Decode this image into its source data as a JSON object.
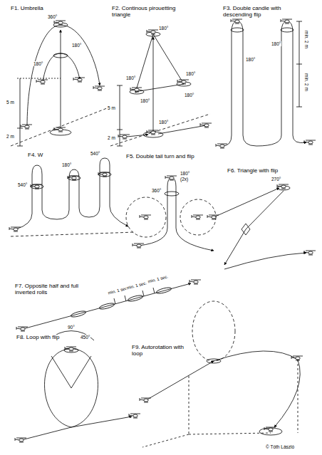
{
  "diagram": {
    "labels": [
      "F1. Umbrella",
      "360°",
      "180°",
      "180°",
      "5 m",
      "2 m",
      "F2. Continous pirouetting triangle",
      "180°",
      "180°",
      "180°",
      "180°",
      "180°",
      "180°",
      "5 m",
      "2 m",
      "F3. Double candle with descending flip",
      "180°",
      "180°",
      "min. 2 m",
      "min. 2 m",
      "F4. W",
      "540°",
      "180°",
      "540°",
      "F5. Double tail turn and flip",
      "180°",
      "(2x)",
      "360°",
      "F6. Triangle with flip",
      "270°",
      "F7. Opposite half and full inverted rolls",
      "min. 1 sec.",
      "min. 1 sec.",
      "min. 1 sec.",
      "F8. Loop with flip",
      "90°",
      "450°",
      "F9. Autorotation with loop",
      "© Tóth László"
    ]
  }
}
